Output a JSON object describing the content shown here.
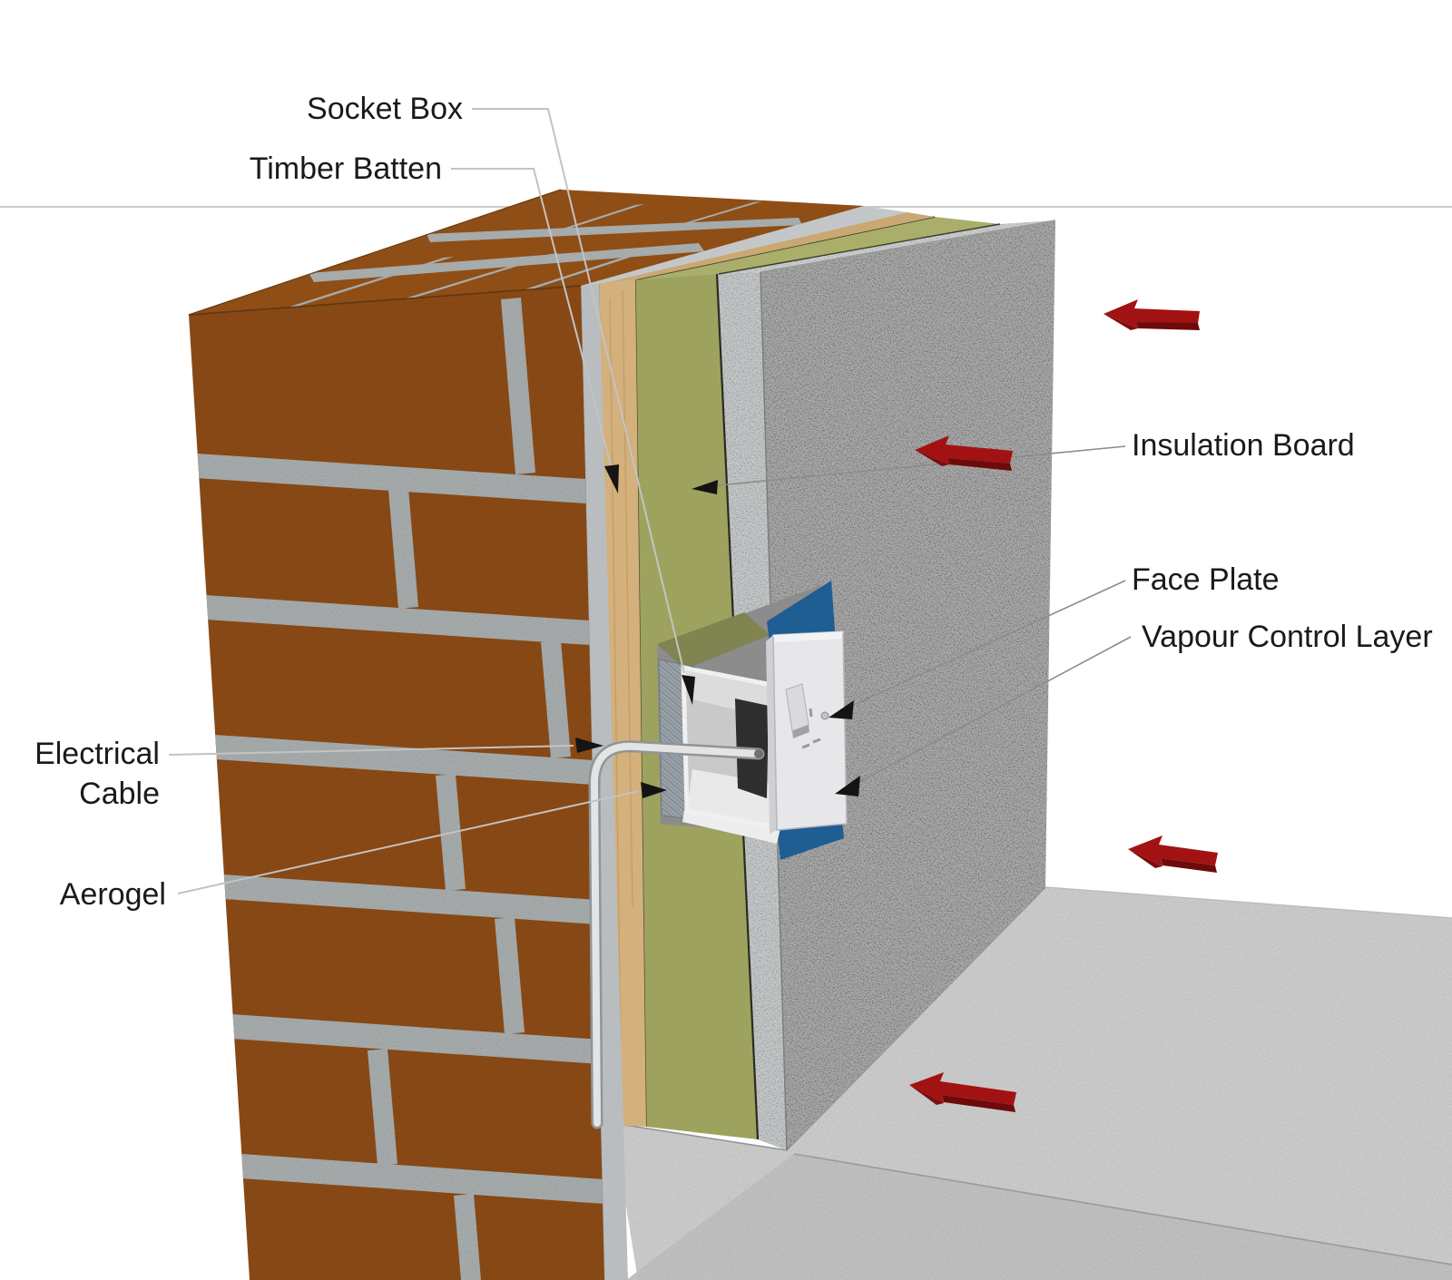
{
  "diagram": {
    "type": "construction-detail",
    "subject": "internal-wall-insulation-socket-detail",
    "labels": {
      "socket_box": "Socket Box",
      "timber_batten": "Timber Batten",
      "insulation_board": "Insulation Board",
      "face_plate": "Face Plate",
      "vapour_control_layer": "Vapour Control Layer",
      "electrical_cable_line1": "Electrical",
      "electrical_cable_line2": "Cable",
      "aerogel": "Aerogel"
    },
    "red_arrows": {
      "count": 4,
      "direction": "left-toward-wall"
    },
    "colors": {
      "background": "#ffffff",
      "brick": "#8a4a16",
      "brick_top": "#8f4e16",
      "mortar": "#a6abac",
      "aerogel_gray": "#b9bdbf",
      "timber_batten": "#d3b07c",
      "insulation_green": "#9da25f",
      "insulation_green_top": "#a9ae6a",
      "plasterboard_gray": "#ababab",
      "plasterboard_edge": "#c7cacb",
      "vapour_blue": "#1f5e92",
      "socket_white": "#e7e7ea",
      "cable_white": "#e4e4e4",
      "arrow_red": "#a31212",
      "arrow_red_dark": "#6f0a0a",
      "floor_gray": "#cbcbcb",
      "label_text": "#1a1a1a"
    }
  }
}
